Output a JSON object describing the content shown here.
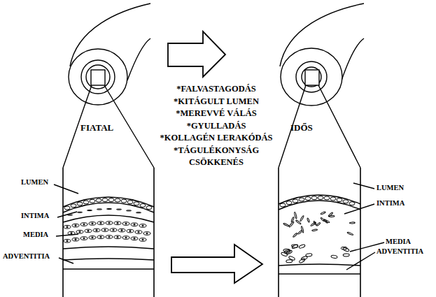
{
  "diagram": {
    "labels": [
      "*FALVASTAGODÁS",
      "*KITÁGULT LUMEN",
      "*MEREVVÉ VÁLÁS",
      "*GYULLADÁS",
      "*KOLLAGÉN LERAKÓDÁS",
      "*TÁGULÉKONYSÁG CSÖKKENÉS",
      "FIATAL",
      "IDŐS",
      "LUMEN",
      "INTIMA",
      "MEDIA",
      "ADVENTITIA",
      "LUMEN",
      "INTIMA",
      "MEDIA",
      "ADVENTITIA"
    ]
  }
}
